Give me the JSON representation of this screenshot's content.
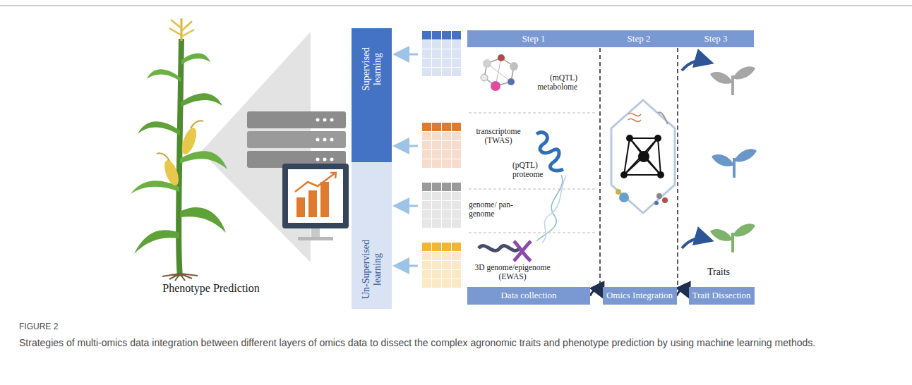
{
  "diagram": {
    "title": "FIGURE 2",
    "caption": "Strategies of multi-omics data integration between different layers of omics data to dissect the complex agronomic traits and phenotype prediction by using machine learning methods.",
    "nodes": [
      {
        "text": [
          "Supervised learning"
        ]
      },
      {
        "text": [
          "Un-Supervised learning"
        ]
      },
      {
        "text": [
          "Step 1"
        ]
      },
      {
        "text": [
          "Step 2"
        ]
      },
      {
        "text": [
          "Step 3"
        ]
      },
      {
        "text": [
          "Data collection"
        ]
      },
      {
        "text": [
          "Omics Integration"
        ]
      },
      {
        "text": [
          "Trait Dissection"
        ]
      }
    ],
    "edges": [
      {
        "from": 5,
        "to": 6,
        "arrow": "to"
      },
      {
        "from": 6,
        "to": 7,
        "arrow": "to"
      }
    ],
    "labels": [
      "Phenotype Prediction",
      "(mQTL) metabolome",
      "transcriptome (TWAS)",
      "(pQTL) proteome",
      "genome/ pan-genome",
      "3D genome/epigenome (EWAS)",
      "Traits"
    ]
  }
}
